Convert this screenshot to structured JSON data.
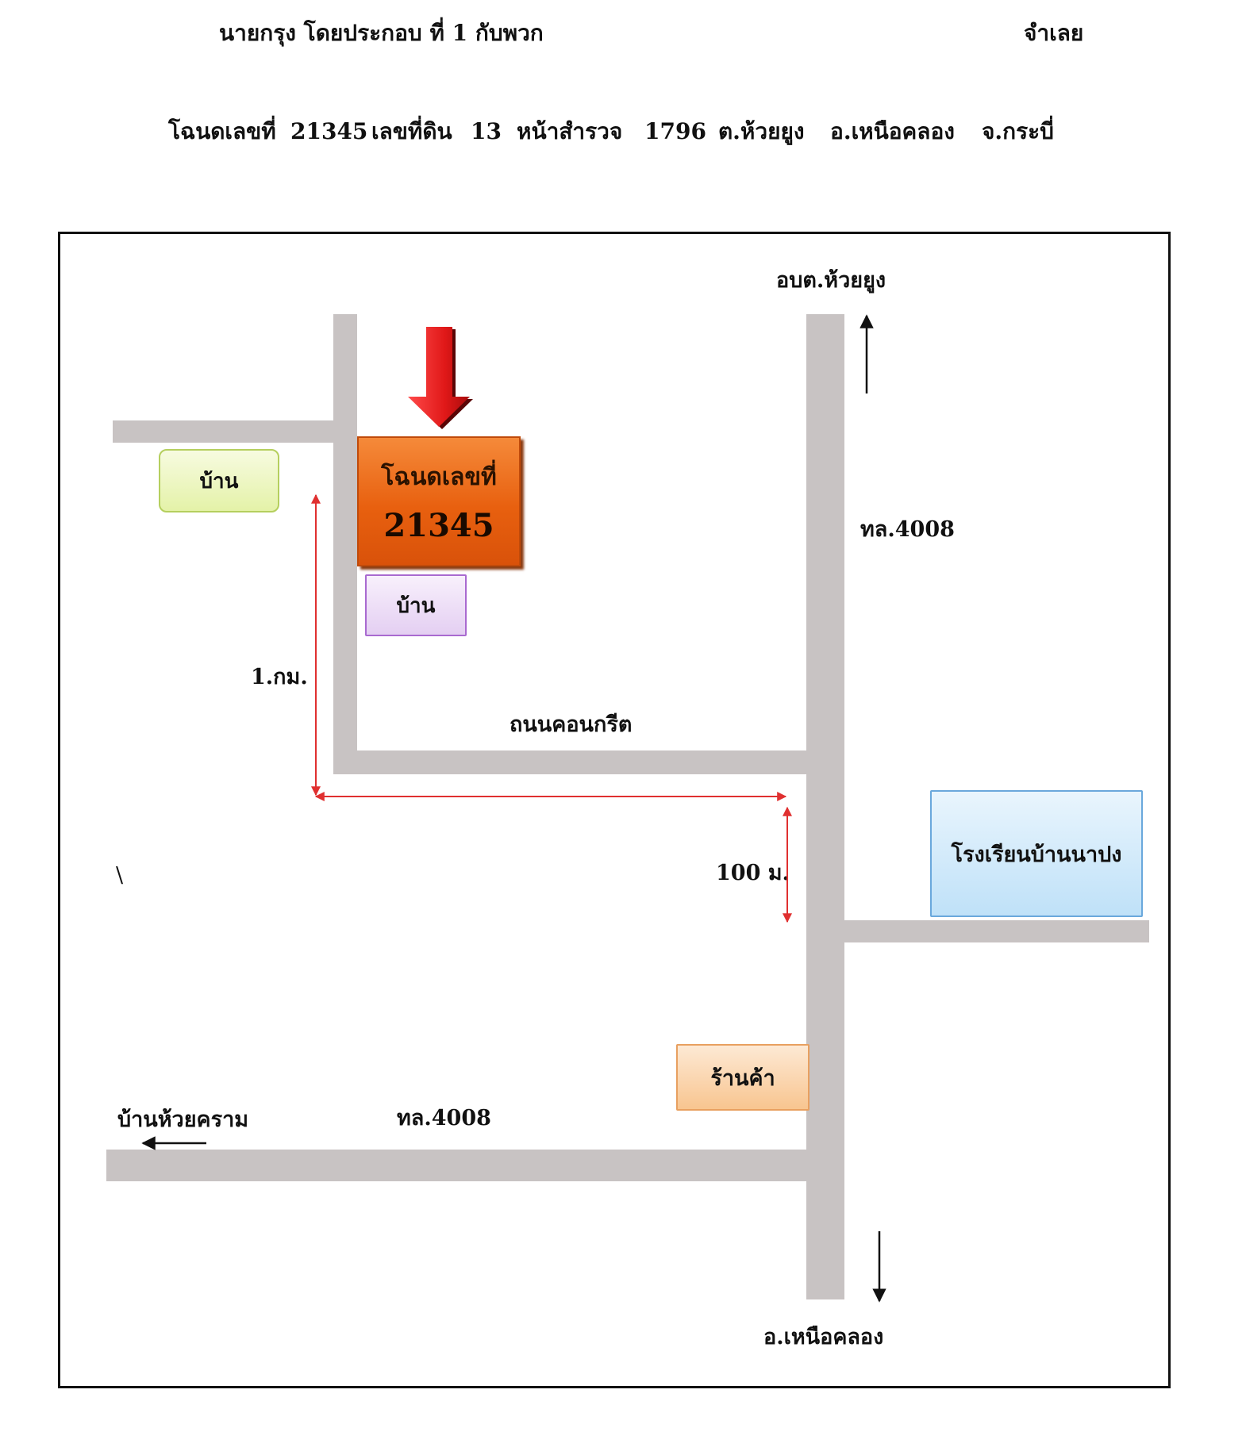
{
  "header": {
    "owner": "นายกรุง โดยประกอบ ที่ 1 กับพวก",
    "role": "จำเลย"
  },
  "deed_info": {
    "deed_label": "โฉนดเลขที่",
    "deed_no": "21345",
    "land_label": "เลขที่ดิน",
    "land_no": "13",
    "survey_label": "หน้าสำรวจ",
    "survey_no": "1796",
    "subdistrict": "ต.ห้วยยูง",
    "district": "อ.เหนือคลอง",
    "province": "จ.กระบี่"
  },
  "map": {
    "north_dest": "อบต.ห้วยยูง",
    "south_dest": "อ.เหนือคลอง",
    "west_dest": "บ้านห้วยคราม",
    "main_road_east": "ทล.4008",
    "main_road_south": "ทล.4008",
    "concrete_road": "ถนนคอนกรีต",
    "dist_1": "1.กม.",
    "dist_2": "100 ม.",
    "stray_mark": "\\",
    "plot_title": "โฉนดเลขที่",
    "plot_no": "21345",
    "house_1": "บ้าน",
    "house_2": "บ้าน",
    "school": "โรงเรียนบ้านนาปง",
    "shop": "ร้านค้า",
    "colors": {
      "road": "#c8c3c3",
      "plot": "#e8600f",
      "arrow": "#e02020",
      "house_1": "#eef7c4",
      "house_2": "#efe1f7",
      "school": "#cfe9fb",
      "shop": "#fbd9b5",
      "distance": "#e03030"
    }
  }
}
